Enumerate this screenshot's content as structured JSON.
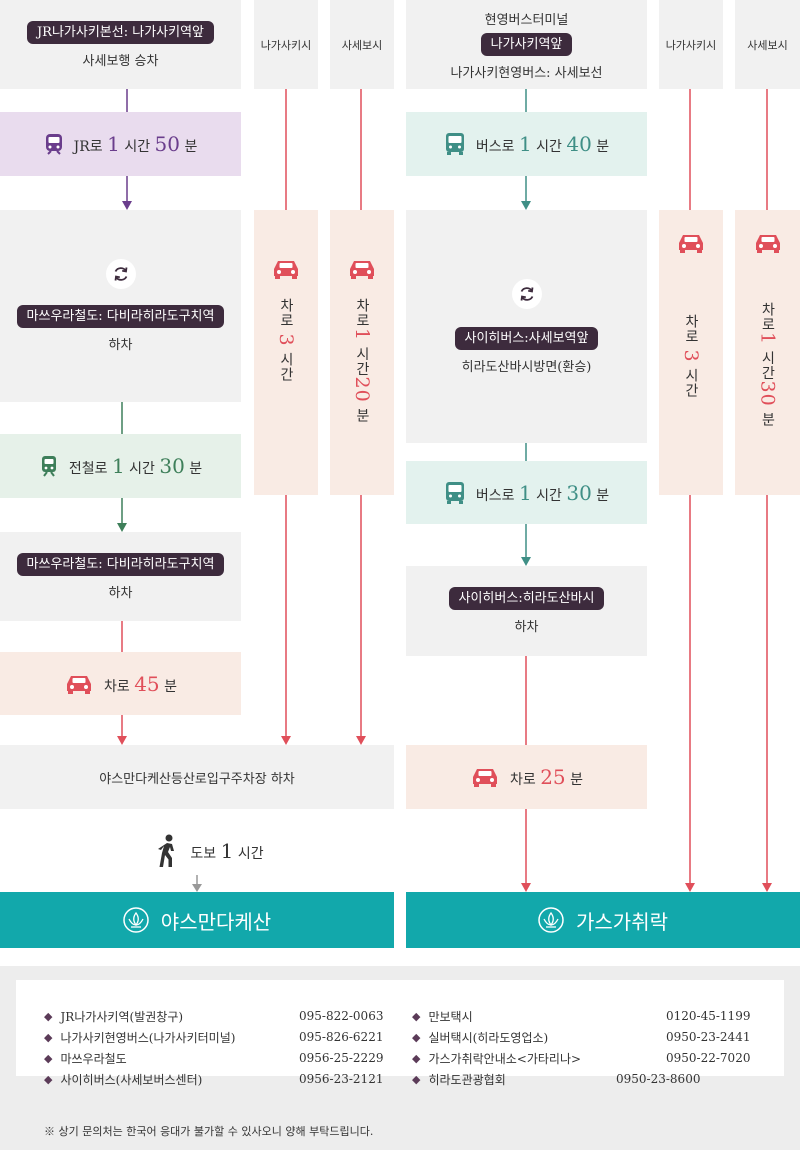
{
  "left": {
    "start": {
      "pill": "JR나가사키본선: 나가사키역앞",
      "sub": "사세보행 승차"
    },
    "col_nagasaki": "나가사키시",
    "col_sasebo": "사세보시",
    "jr": {
      "prefix": "JR로",
      "h": "1",
      "h_unit": "시간",
      "m": "50",
      "m_unit": "분"
    },
    "transfer1": {
      "pill": "마쓰우라철도: 다비라히라도구치역",
      "sub": "하차"
    },
    "train": {
      "prefix": "전철로",
      "h": "1",
      "h_unit": "시간",
      "m": "30",
      "m_unit": "분"
    },
    "transfer2": {
      "pill": "마쓰우라철도: 다비라히라도구치역",
      "sub": "하차"
    },
    "car": {
      "prefix": "차로",
      "m": "45",
      "m_unit": "분"
    },
    "car_nagasaki": {
      "prefix": "차로",
      "h": "3",
      "h_unit": "시간"
    },
    "car_sasebo": {
      "prefix": "차로",
      "h": "1",
      "h_unit": "시간",
      "m": "20",
      "m_unit": "분"
    },
    "parking": "야스만다케산등산로입구주차장 하차",
    "walk": {
      "prefix": "도보",
      "h": "1",
      "h_unit": "시간"
    },
    "destination": "야스만다케산"
  },
  "right": {
    "start": {
      "top": "현영버스터미널",
      "pill": "나가사키역앞",
      "sub": "나가사키현영버스: 사세보선"
    },
    "col_nagasaki": "나가사키시",
    "col_sasebo": "사세보시",
    "bus1": {
      "prefix": "버스로",
      "h": "1",
      "h_unit": "시간",
      "m": "40",
      "m_unit": "분"
    },
    "transfer": {
      "pill": "사이히버스:사세보역앞",
      "sub": "히라도산바시방면(환승)"
    },
    "bus2": {
      "prefix": "버스로",
      "h": "1",
      "h_unit": "시간",
      "m": "30",
      "m_unit": "분"
    },
    "stop": {
      "pill": "사이히버스:히라도산바시",
      "sub": "하차"
    },
    "car": {
      "prefix": "차로",
      "m": "25",
      "m_unit": "분"
    },
    "car_nagasaki": {
      "prefix": "차로",
      "h": "3",
      "h_unit": "시간"
    },
    "car_sasebo": {
      "prefix": "차로",
      "h": "1",
      "h_unit": "시간",
      "m": "30",
      "m_unit": "분"
    },
    "destination": "가스가취락"
  },
  "contacts_left": [
    {
      "name": "JR나가사키역(발권창구)",
      "phone": "095-822-0063"
    },
    {
      "name": "나가사키현영버스(나가사키터미널)",
      "phone": "095-826-6221"
    },
    {
      "name": "마쓰우라철도",
      "phone": "0956-25-2229"
    },
    {
      "name": "사이히버스(사세보버스센터)",
      "phone": "0956-23-2121"
    }
  ],
  "contacts_right": [
    {
      "name": "만보택시",
      "phone": "0120-45-1199"
    },
    {
      "name": "실버택시(히라도영업소)",
      "phone": "0950-23-2441"
    },
    {
      "name": "가스가취락안내소<가타리나>",
      "phone": "0950-22-7020"
    },
    {
      "name": "히라도관광협회",
      "phone": "0950-23-8600"
    }
  ],
  "note": "※ 상기 문의처는 한국어 응대가 불가할 수 있사오니 양해 부탁드립니다.",
  "colors": {
    "purple": "#6a3d8c",
    "green": "#3e7f5a",
    "teal": "#3f8f86",
    "red": "#e04f5a",
    "sea": "#12a8ab",
    "pill": "#3d2b3d"
  }
}
